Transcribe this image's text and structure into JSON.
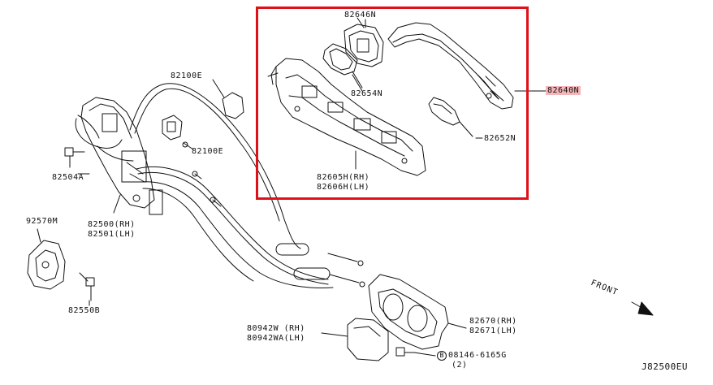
{
  "diagram": {
    "reference": "J82500EU",
    "front_label": "FRONT",
    "highlight_color": "#e0101a",
    "label_highlight_color": "#f4b6b9",
    "labels": {
      "p82646N": "82646N",
      "p82654N": "82654N",
      "p82640N": "82640N",
      "p82652N": "82652N",
      "p82605H": "82605H(RH)",
      "p82606H": "82606H(LH)",
      "p82100E_top": "82100E",
      "p82100E_mid": "82100E",
      "p82504A": "82504A",
      "p82500": "82500(RH)",
      "p82501": "82501(LH)",
      "p92570M": "92570M",
      "p82550B": "82550B",
      "p80942W": "80942W (RH)",
      "p80942WA": "80942WA(LH)",
      "p82670": "82670(RH)",
      "p82671": "82671(LH)",
      "p08146": "08146-6165G",
      "p08146_qty": "(2)",
      "bolt_symbol": "B"
    }
  }
}
